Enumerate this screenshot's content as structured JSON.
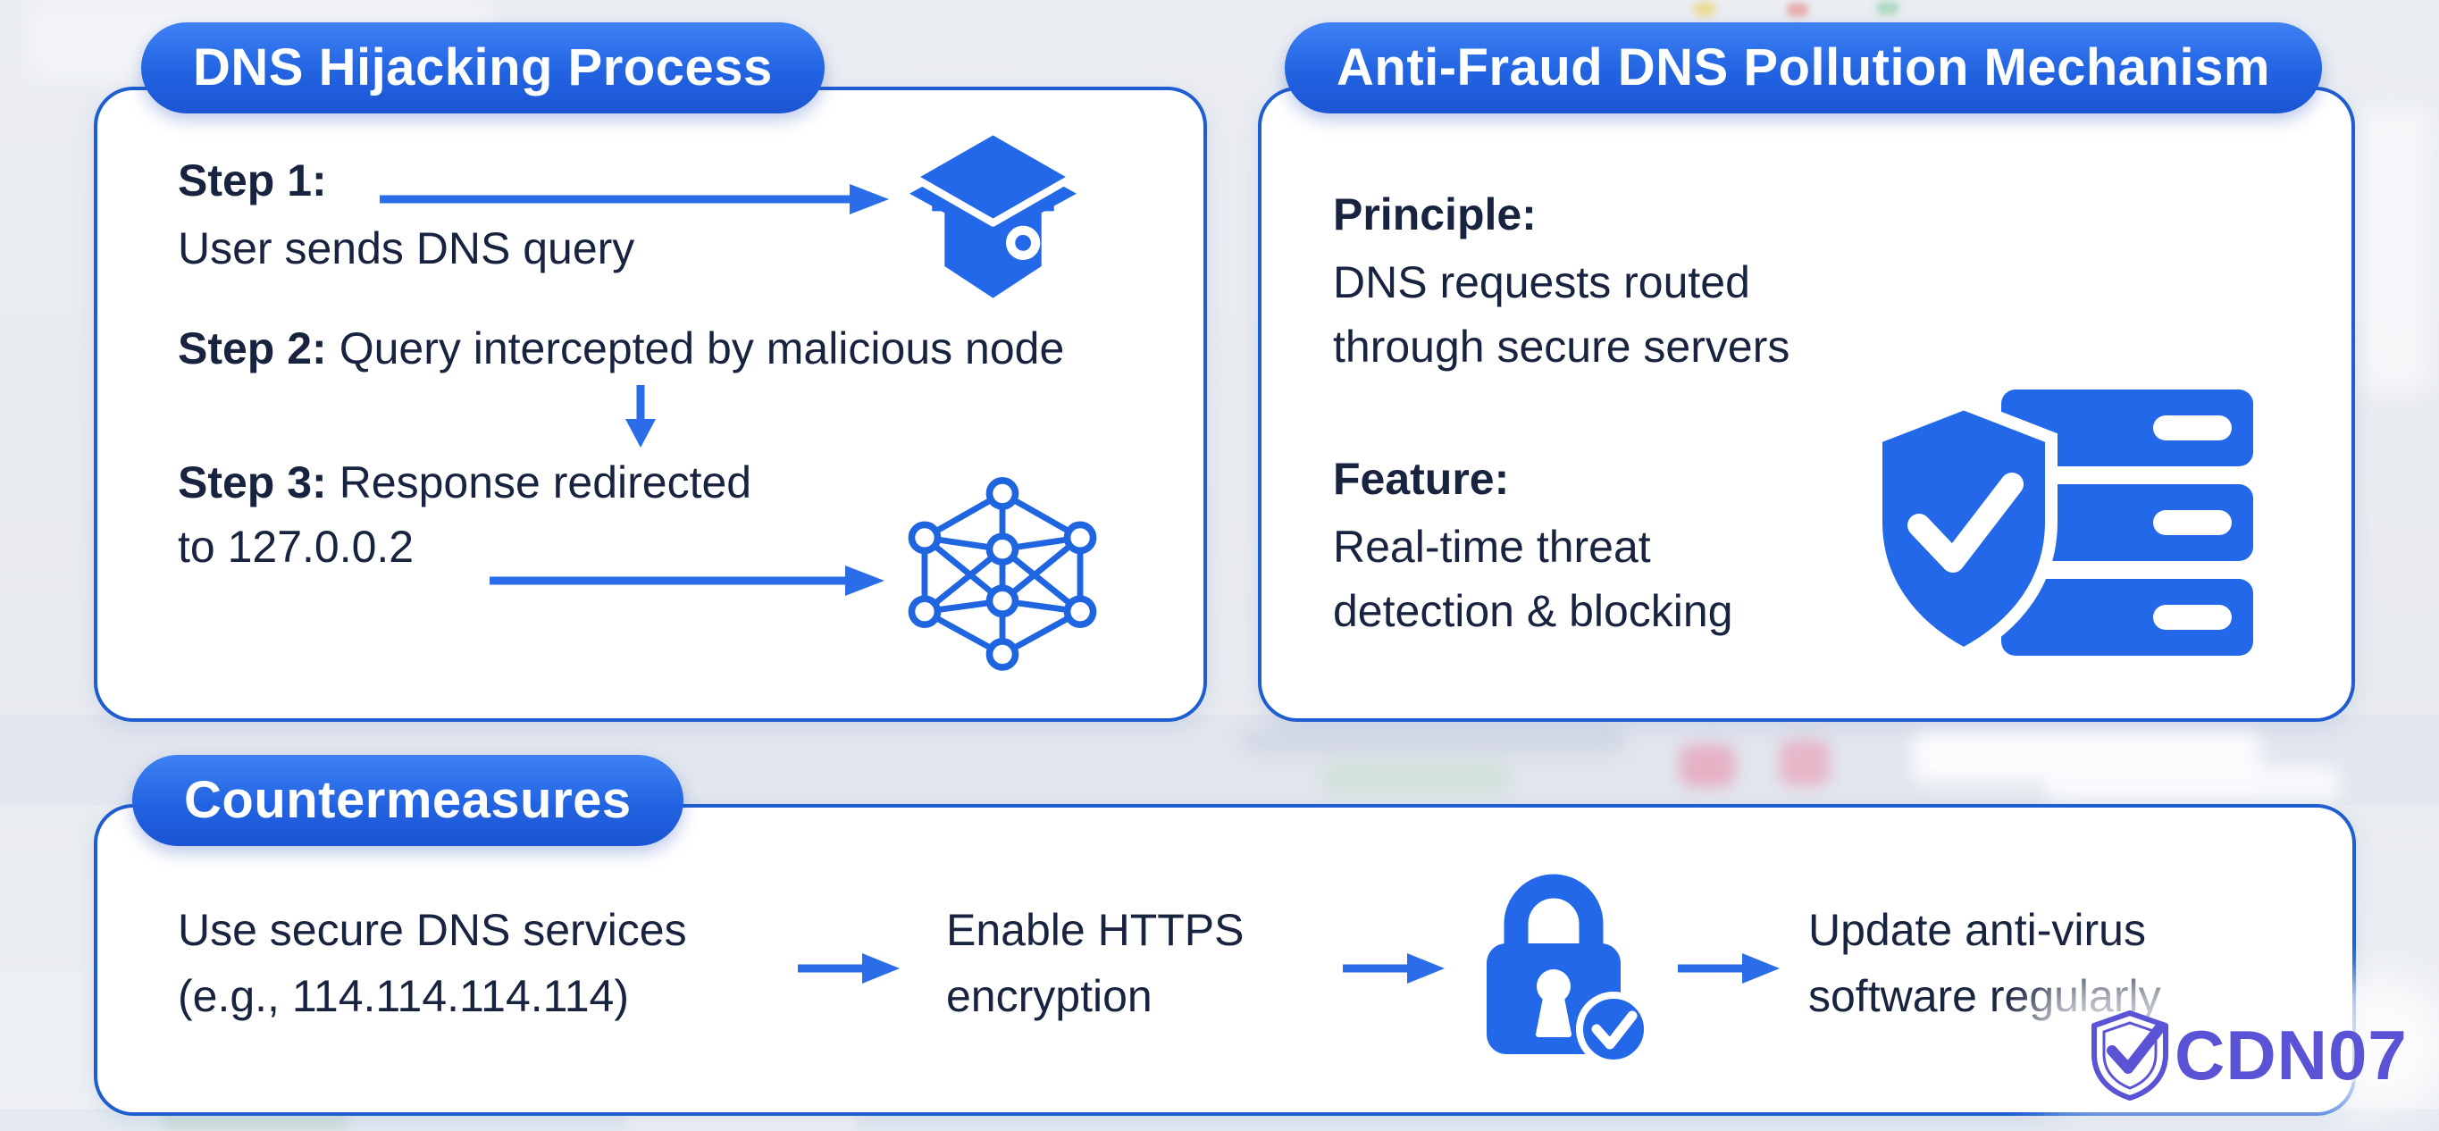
{
  "colors": {
    "accent_blue": "#2368e8",
    "pill_blue_top": "#3f82f4",
    "pill_blue_bottom": "#1b55d3",
    "panel_border_blue": "#1e5ed1",
    "arrow_blue": "#2b6ce9",
    "text_navy": "#18233f",
    "panel_background": "#ffffff",
    "page_background": "#e9ecf1",
    "logo_purple": "#5a53d6"
  },
  "panel_hijacking": {
    "title": "DNS Hijacking Process",
    "step1_label": "Step 1:",
    "step1_text": "User sends DNS query",
    "step2_label": "Step 2:",
    "step2_text": "Query intercepted by malicious node",
    "step3_label": "Step 3:",
    "step3_line1": "Response redirected",
    "step3_line2": "to 127.0.0.2"
  },
  "panel_antifraud": {
    "title": "Anti-Fraud DNS Pollution Mechanism",
    "principle_label": "Principle:",
    "principle_line1": "DNS requests routed",
    "principle_line2": "through secure servers",
    "feature_label": "Feature:",
    "feature_line1": "Real-time threat",
    "feature_line2": "detection & blocking"
  },
  "panel_countermeasures": {
    "title": "Countermeasures",
    "item1_line1": "Use secure DNS services",
    "item1_line2": "(e.g., 114.114.114.114)",
    "item2_line1": "Enable HTTPS",
    "item2_line2": "encryption",
    "item3_line1": "Update anti-virus",
    "item3_line2": "software regularly"
  },
  "logo": {
    "text": "CDN07"
  },
  "icons": {
    "server_box": "server-box-icon",
    "malicious_network": "malicious-node-network-icon",
    "shield_server": "shield-server-icon",
    "lock_check": "lock-check-icon",
    "logo_shield": "logo-shield-check-icon"
  }
}
